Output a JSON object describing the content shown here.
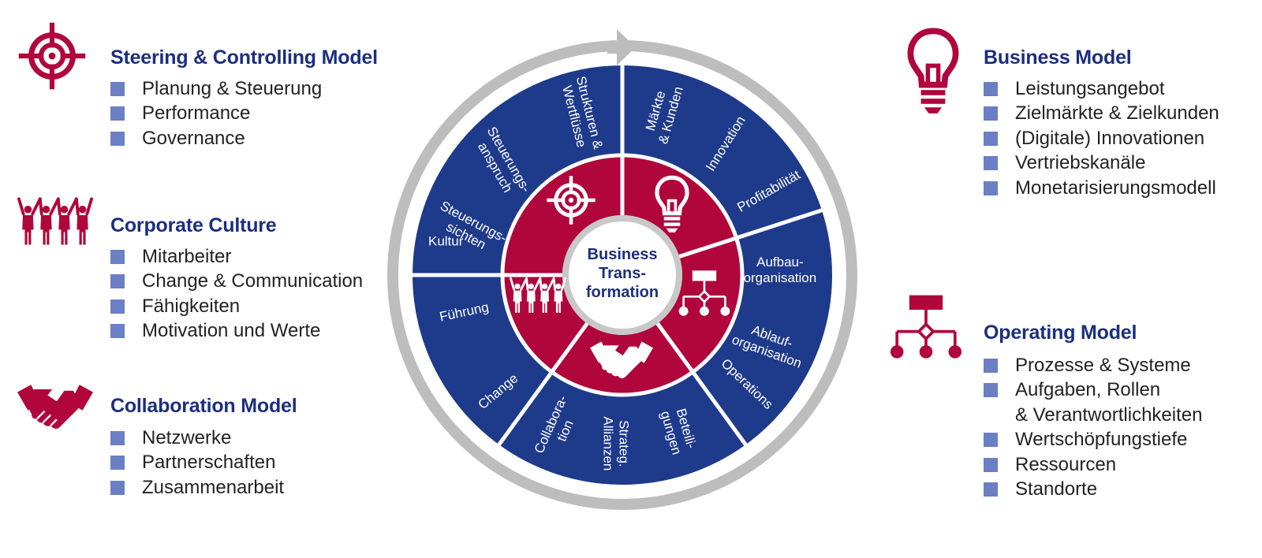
{
  "groups": {
    "steering": {
      "title": "Steering & Controlling Model",
      "items": [
        "Planung & Steuerung",
        "Performance",
        "Governance"
      ]
    },
    "culture": {
      "title": "Corporate Culture",
      "items": [
        "Mitarbeiter",
        "Change & Communication",
        "Fähigkeiten",
        "Motivation und Werte"
      ]
    },
    "collaboration": {
      "title": "Collaboration Model",
      "items": [
        "Netzwerke",
        "Partnerschaften",
        "Zusammenarbeit"
      ]
    },
    "business": {
      "title": "Business Model",
      "items": [
        "Leistungsangebot",
        "Zielmärkte & Zielkunden",
        "(Digitale) Innovationen",
        "Vertriebskanäle",
        "Monetarisierungsmodell"
      ]
    },
    "operating": {
      "title": "Operating Model",
      "items": [
        "Prozesse & Systeme",
        "Aufgaben, Rollen",
        "& Verantwortlichkeiten",
        "Wertschöpfungstiefe",
        "Ressourcen",
        "Standorte"
      ]
    }
  },
  "wheel": {
    "center": [
      "Business",
      "Trans-",
      "formation"
    ],
    "outer_labels": {
      "strukturen": [
        "Strukturen &",
        "Wertflüsse"
      ],
      "steuerungsanspruch": [
        "Steuerungs-",
        "anspruch"
      ],
      "steuerungssichten": [
        "Steuerungs-",
        "sichten"
      ],
      "maerkte": [
        "Märkte",
        "& Kunden"
      ],
      "innovation": [
        "Innovation"
      ],
      "profitabilitaet": [
        "Profitabilität"
      ],
      "aufbau": [
        "Aufbau-",
        "organisation"
      ],
      "ablauf": [
        "Ablauf-",
        "organisation"
      ],
      "operations": [
        "Operations"
      ],
      "beteiligungen": [
        "Beteili-",
        "gungen"
      ],
      "allianzen": [
        "Strateg.",
        "Allianzen"
      ],
      "collaboration": [
        "Collabora-",
        "tion"
      ],
      "change": [
        "Change"
      ],
      "fuehrung": [
        "Führung"
      ],
      "kultur": [
        "Kultur"
      ]
    }
  },
  "colors": {
    "navy": "#1e3a8a",
    "crimson": "#b0063c",
    "title": "#1c2f7e",
    "bullet": "#6a7fc4",
    "ring": "#bdbdbd"
  },
  "icons": {
    "steering": "target-icon",
    "culture": "people-icon",
    "collaboration": "handshake-icon",
    "business": "lightbulb-icon",
    "operating": "org-chart-icon"
  }
}
